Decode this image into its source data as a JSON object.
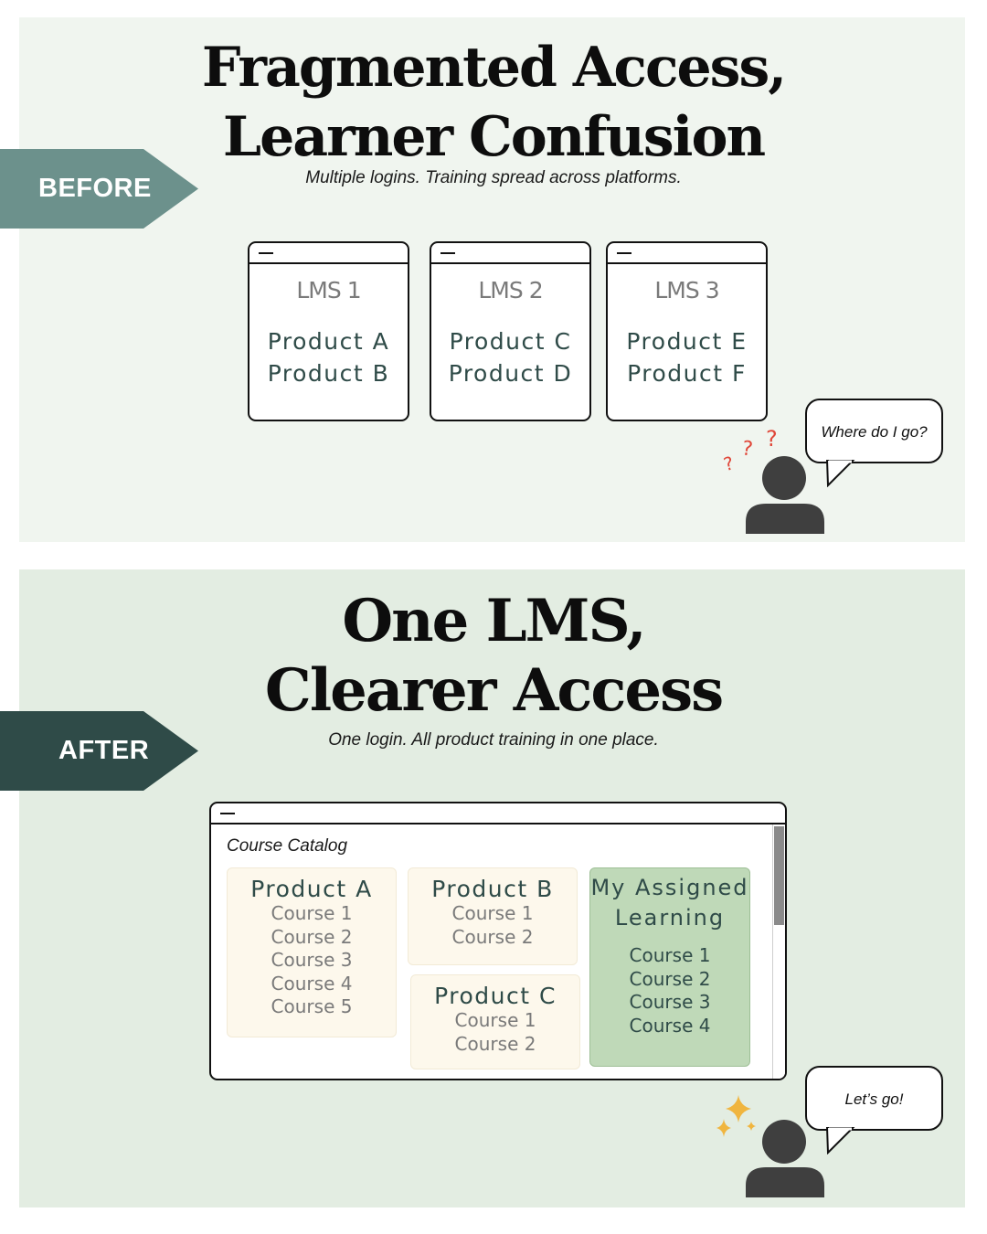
{
  "before": {
    "ribbon": "BEFORE",
    "title_line1": "Fragmented Access,",
    "title_line2": "Learner Confusion",
    "subtitle": "Multiple logins. Training spread across platforms.",
    "lms": [
      {
        "name": "LMS 1",
        "products": [
          "Product A",
          "Product B"
        ]
      },
      {
        "name": "LMS 2",
        "products": [
          "Product C",
          "Product D"
        ]
      },
      {
        "name": "LMS 3",
        "products": [
          "Product E",
          "Product F"
        ]
      }
    ],
    "speech": "Where do I go?",
    "question_marks": [
      "?",
      "?",
      "?"
    ]
  },
  "after": {
    "ribbon": "AFTER",
    "title_line1": "One LMS,",
    "title_line2": "Clearer Access",
    "subtitle": "One login. All product training in one place.",
    "catalog_label": "Course Catalog",
    "cards": {
      "product_a": {
        "title": "Product A",
        "courses": [
          "Course 1",
          "Course 2",
          "Course 3",
          "Course 4",
          "Course 5"
        ]
      },
      "product_b": {
        "title": "Product B",
        "courses": [
          "Course 1",
          "Course 2"
        ]
      },
      "product_c": {
        "title": "Product C",
        "courses": [
          "Course 1",
          "Course 2"
        ]
      },
      "assigned": {
        "title_line1": "My Assigned",
        "title_line2": "Learning",
        "courses": [
          "Course 1",
          "Course 2",
          "Course 3",
          "Course 4"
        ]
      }
    },
    "speech": "Let’s go!"
  },
  "colors": {
    "before_panel": "#f0f5ef",
    "after_panel": "#e3ede2",
    "before_ribbon": "#6c918c",
    "after_ribbon": "#2f4b48",
    "question_mark": "#e0483a",
    "sparkle": "#f0b53f",
    "person": "#3f3f3f",
    "assigned_card": "#bfd9b8",
    "product_card": "#fdf8ec"
  }
}
